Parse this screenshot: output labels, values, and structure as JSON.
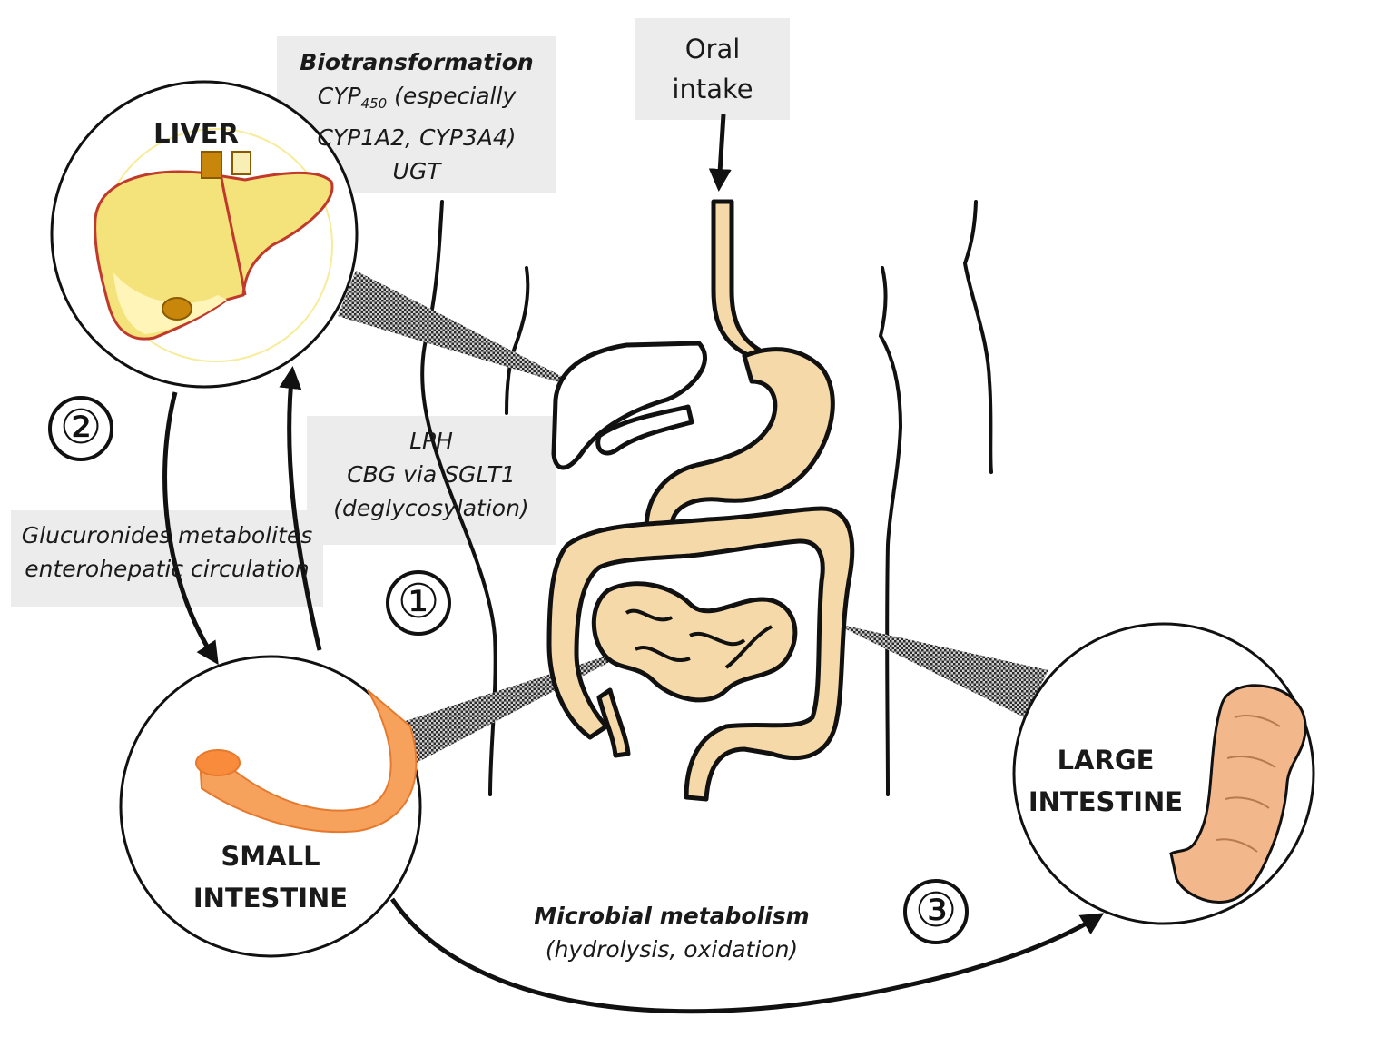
{
  "oral_intake": {
    "line1": "Oral",
    "line2": "intake"
  },
  "biotransformation": {
    "title": "Biotransformation",
    "line2_prefix": "CYP",
    "line2_sub": "450",
    "line2_suffix": " (especially",
    "line3": "CYP1A2, CYP3A4)",
    "line4": "UGT"
  },
  "absorption": {
    "line1": "LPH",
    "line2": "CBG via SGLT1",
    "line3": "(deglycosylation)"
  },
  "enterohepatic": {
    "line1": "Glucuronides metabolites",
    "line2": "enterohepatic circulation"
  },
  "microbial": {
    "line1": "Microbial metabolism",
    "line2": "(hydrolysis, oxidation)"
  },
  "organs": {
    "liver": "LIVER",
    "small_intestine": {
      "line1": "SMALL",
      "line2": "INTESTINE"
    },
    "large_intestine": {
      "line1": "LARGE",
      "line2": "INTESTINE"
    }
  },
  "steps": {
    "one": "①",
    "two": "②",
    "three": "③"
  },
  "colors": {
    "panel": "#ececec",
    "liver_fill": "#f4e27a",
    "liver_outline": "#c0392b",
    "gut_fill": "#f5d9a8",
    "small_intestine": "#f7a25c",
    "large_intestine": "#f2b88c"
  }
}
